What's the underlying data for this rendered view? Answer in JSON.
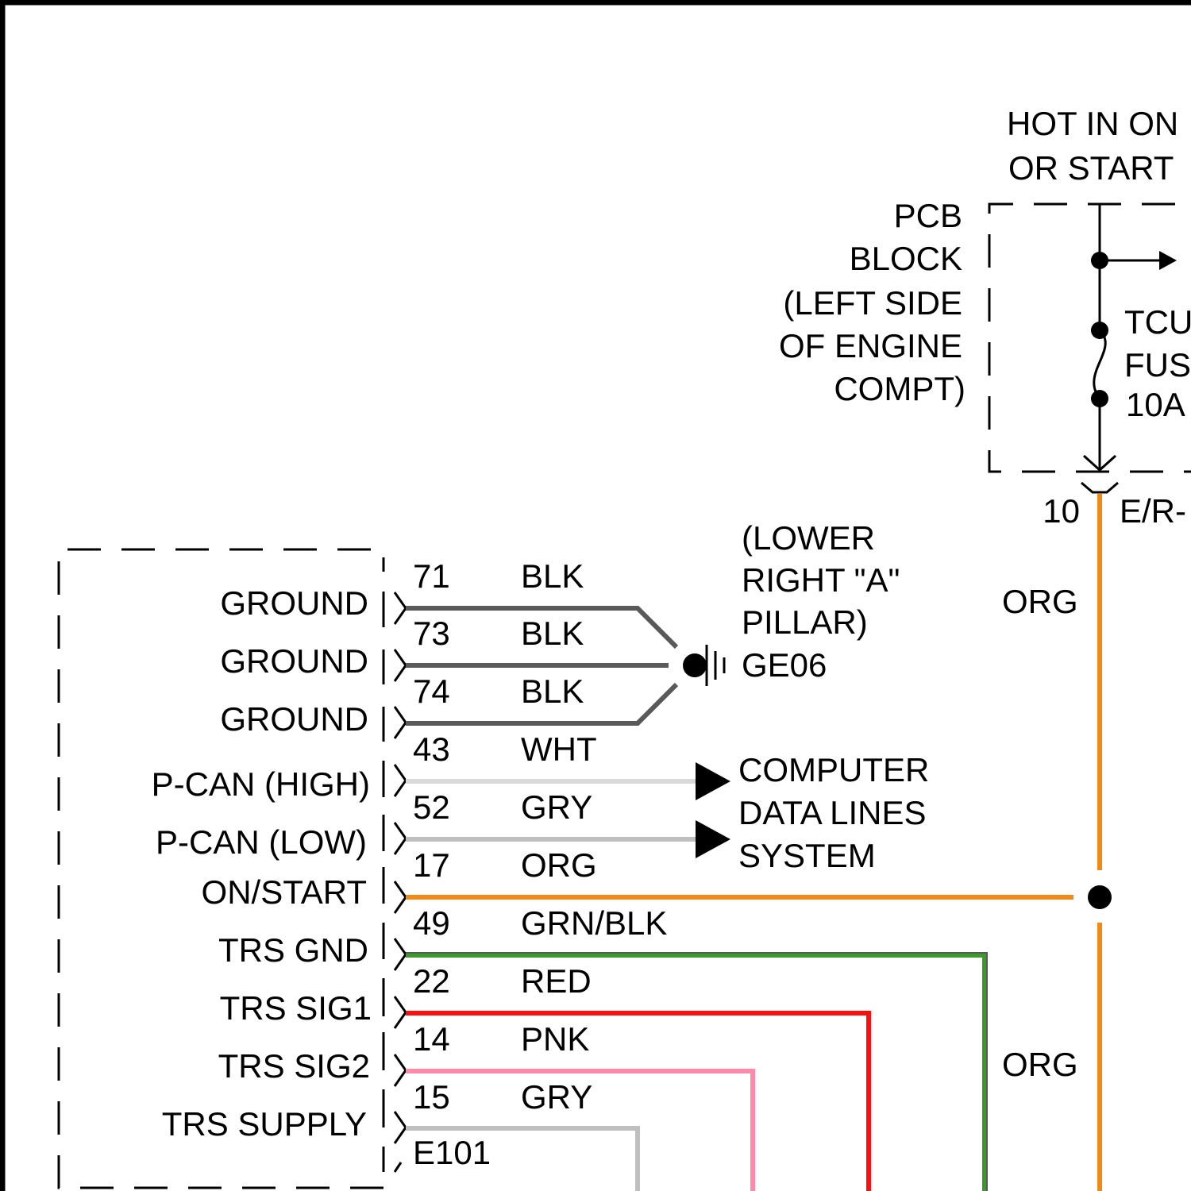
{
  "colors": {
    "BLK": "#595959",
    "WHT": "#d9d9d9",
    "GRY": "#bfbfbf",
    "ORG": "#f08a14",
    "GRN": "#3a9a2a",
    "RED": "#ff1010",
    "PNK": "#ff8aaa"
  },
  "header": {
    "hot_line1": "HOT IN ON",
    "hot_line2": "OR START"
  },
  "pcb": {
    "lines": [
      "PCB",
      "BLOCK",
      "(LEFT SIDE",
      "OF ENGINE",
      "COMPT)"
    ],
    "fuse_label": [
      "TCU",
      "FUS",
      "10A"
    ],
    "connector_pin": "10",
    "connector_name": "E/R-",
    "wire_color_upper": "ORG",
    "wire_color_lower": "ORG"
  },
  "ground": {
    "location": [
      "(LOWER",
      "RIGHT \"A\"",
      "PILLAR)"
    ],
    "id": "GE06"
  },
  "data_lines": [
    "COMPUTER",
    "DATA LINES",
    "SYSTEM"
  ],
  "connector": {
    "name": "E101",
    "pins": [
      {
        "name": "GROUND",
        "pin": "71",
        "color": "BLK"
      },
      {
        "name": "GROUND",
        "pin": "73",
        "color": "BLK"
      },
      {
        "name": "GROUND",
        "pin": "74",
        "color": "BLK"
      },
      {
        "name": "P-CAN (HIGH)",
        "pin": "43",
        "color": "WHT"
      },
      {
        "name": "P-CAN (LOW)",
        "pin": "52",
        "color": "GRY"
      },
      {
        "name": "ON/START",
        "pin": "17",
        "color": "ORG"
      },
      {
        "name": "TRS GND",
        "pin": "49",
        "color": "GRN/BLK"
      },
      {
        "name": "TRS SIG1",
        "pin": "22",
        "color": "RED"
      },
      {
        "name": "TRS SIG2",
        "pin": "14",
        "color": "PNK"
      },
      {
        "name": "TRS SUPPLY",
        "pin": "15",
        "color": "GRY"
      }
    ]
  }
}
